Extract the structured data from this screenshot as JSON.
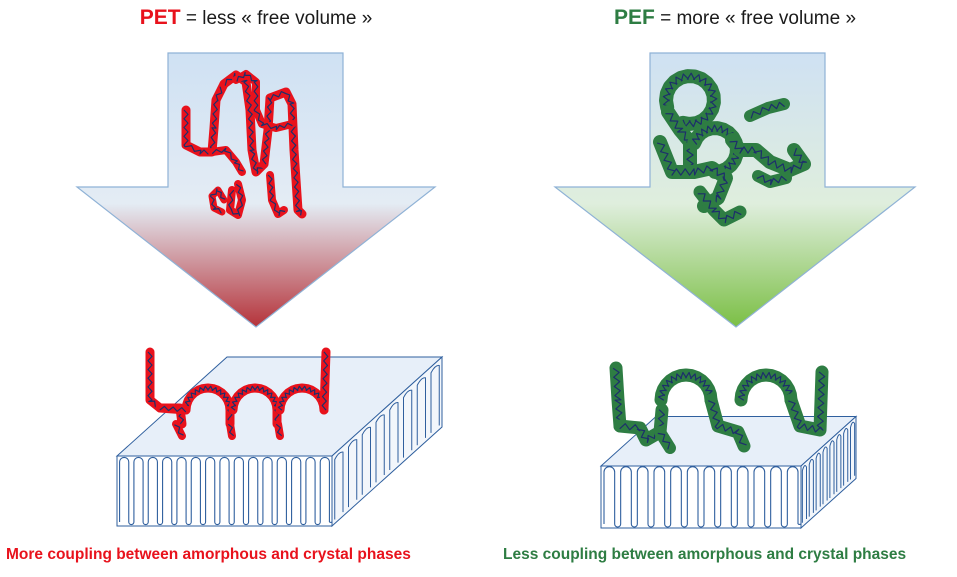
{
  "left": {
    "polymer": "PET",
    "rest": "= less « free volume »",
    "caption": "More coupling between amorphous and crystal phases",
    "color": "#e8121c",
    "arrow_end_color": "#b5333a"
  },
  "right": {
    "polymer": "PEF",
    "rest": "= more « free volume »",
    "caption": "Less coupling between amorphous and crystal phases",
    "color": "#2e7d43",
    "arrow_end_color": "#7bbf45"
  },
  "colors": {
    "arrow_top": "#cfe1f3",
    "arrow_stroke": "#8fb2d6",
    "crystal_stroke": "#2f5f9e",
    "crystal_fill": "#e7eff9",
    "zigzag": "#1d2f6b"
  }
}
